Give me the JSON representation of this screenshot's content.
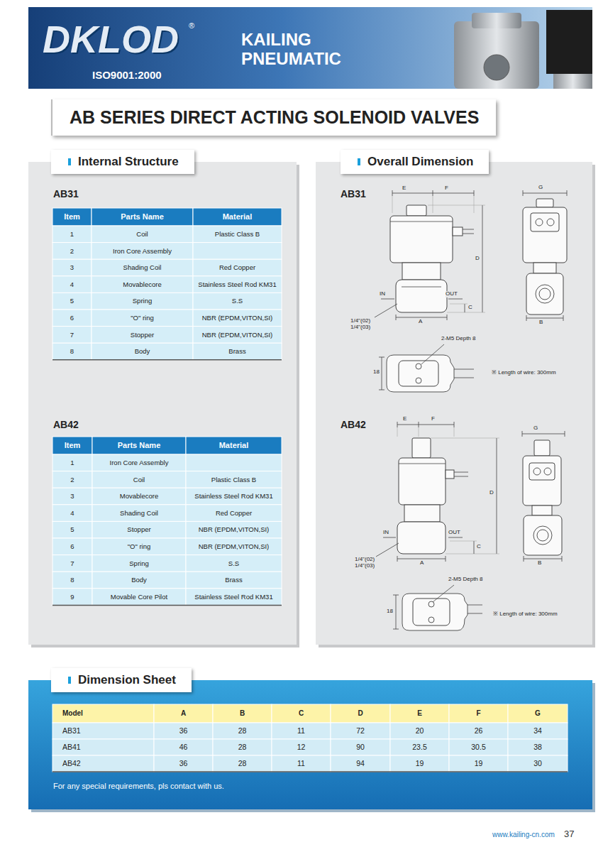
{
  "diagram": {
    "title": "AB SERIES DIRECT ACTING SOLENOID VALVES",
    "nodes": [
      {
        "text": [
          "KAILING PNEUMATIC"
        ]
      },
      {
        "text": [
          "Internal Structure"
        ]
      },
      {
        "text": [
          "Overall Dimension"
        ]
      },
      {
        "text": [
          "Dimension Sheet"
        ]
      }
    ],
    "labels": [
      "DKLOD",
      "®",
      "ISO9001:2000",
      "AB31",
      "Item",
      "Parts Name",
      "Material",
      "1",
      "Coil",
      "Plastic Class B",
      "2",
      "Iron Core Assembly",
      "3",
      "Shading Coil",
      "Red Copper",
      "4",
      "Movablecore",
      "Stainless Steel Rod KM31",
      "5",
      "Spring",
      "S.S",
      "6",
      "\"O\" ring",
      "NBR (EPDM,VITON,SI)",
      "7",
      "Stopper",
      "NBR (EPDM,VITON,SI)",
      "8",
      "Body",
      "Brass",
      "AB42",
      "Item",
      "Parts Name",
      "Material",
      "1",
      "Iron Core Assembly",
      "2",
      "Coil",
      "Plastic Class B",
      "3",
      "Movablecore",
      "Stainless Steel Rod KM31",
      "4",
      "Shading Coil",
      "Red Copper",
      "5",
      "Stopper",
      "NBR (EPDM,VITON,SI)",
      "6",
      "\"O\" ring",
      "NBR (EPDM,VITON,SI)",
      "7",
      "Spring",
      "S.S",
      "8",
      "Body",
      "Brass",
      "9",
      "Movable Core Pilot",
      "Stainless Steel Rod KM31",
      "AB31",
      "E",
      "F",
      "G",
      "D",
      "C",
      "IN",
      "OUT",
      "1/4\"(02)",
      "1/4\"(03)",
      "A",
      "B",
      "2-M5 Depth 8",
      "18",
      "※ Length of wire: 300mm",
      "AB42",
      "E",
      "F",
      "G",
      "D",
      "C",
      "IN",
      "OUT",
      "1/4\"(02)",
      "1/4\"(03)",
      "A",
      "B",
      "2-M5 Depth 8",
      "18",
      "※ Length of wire: 300mm",
      "Model",
      "A",
      "B",
      "C",
      "D",
      "E",
      "F",
      "G",
      "AB31",
      "36",
      "28",
      "11",
      "72",
      "20",
      "26",
      "34",
      "AB41",
      "46",
      "28",
      "12",
      "90",
      "23.5",
      "30.5",
      "38",
      "AB42",
      "36",
      "28",
      "11",
      "94",
      "19",
      "19",
      "30",
      "For any special requirements, pls contact with us.",
      "www.kailing-cn.com",
      "37"
    ]
  }
}
